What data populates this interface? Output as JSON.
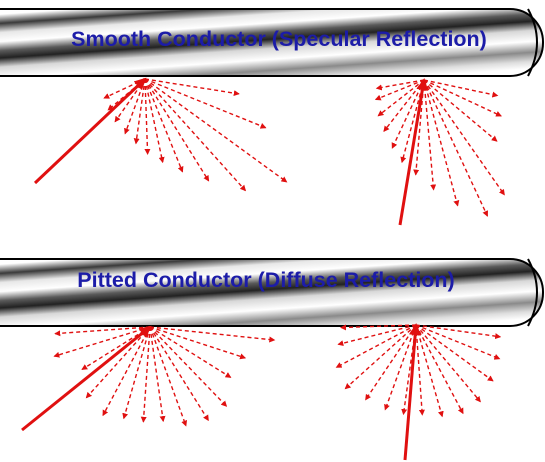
{
  "panels": [
    {
      "title": "Smooth Conductor (Specular Reflection)",
      "kind": "specular"
    },
    {
      "title": "Pitted Conductor (Diffuse Reflection)",
      "kind": "diffuse"
    }
  ],
  "colors": {
    "label": "#1c1ca8",
    "ray": "#e01010",
    "conductor_edge": "#000000"
  }
}
